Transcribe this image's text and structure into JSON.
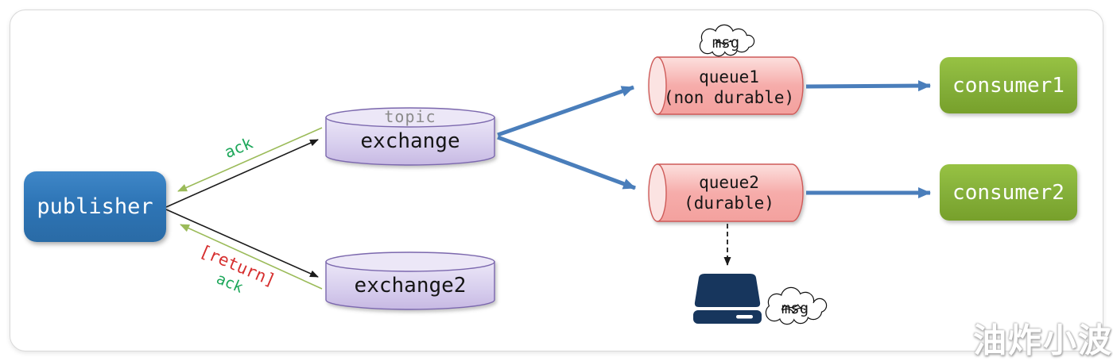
{
  "diagram": {
    "publisher": {
      "label": "publisher"
    },
    "exchange": {
      "tag": "topic",
      "label": "exchange"
    },
    "exchange2": {
      "label": "exchange2"
    },
    "queue1": {
      "label": "queue1",
      "sub": "(non durable)"
    },
    "queue2": {
      "label": "queue2",
      "sub": "(durable)"
    },
    "consumer1": {
      "label": "consumer1"
    },
    "consumer2": {
      "label": "consumer2"
    },
    "clouds": {
      "msg1": "msg",
      "msg2": "msg"
    },
    "edge_labels": {
      "ack_top": "ack",
      "return_bottom": "[return]",
      "ack_bottom": "ack"
    },
    "watermark": "油炸小波",
    "colors": {
      "publisher_blue": "#2E75B6",
      "consumer_green": "#85B03A",
      "queue_pink_fill": "#F5A8A6",
      "queue_pink_light": "#FBE3E2",
      "queue_border": "#CE5A58",
      "exchange_fill": "#D8CFEE",
      "exchange_border": "#7B68AE",
      "arrow_blue": "#4A7EBB",
      "arrow_black": "#1A1A1A",
      "confirm_olive": "#9BBB59",
      "ack_green": "#1DA75A",
      "return_red": "#D62F2F",
      "disk_navy": "#17365D"
    }
  }
}
